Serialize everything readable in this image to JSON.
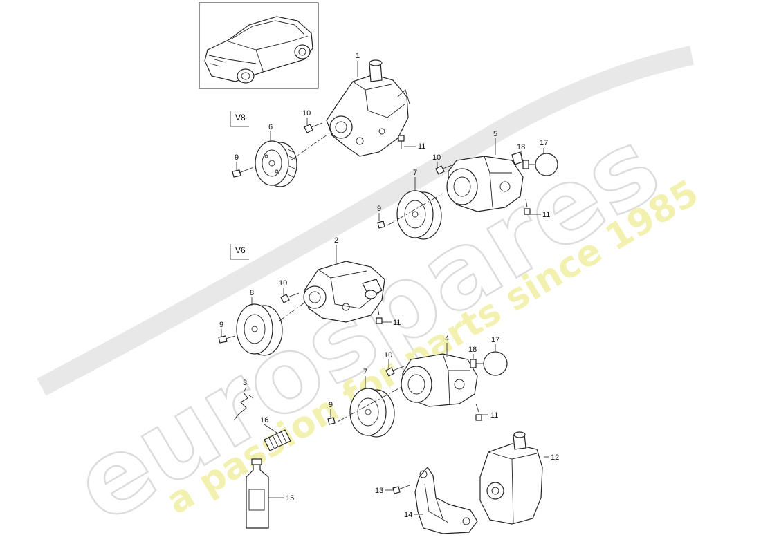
{
  "watermark": {
    "brand": "eurospares",
    "tagline": "a passion for parts since 1985",
    "brand_color": "#d9d9d9",
    "tagline_color": "#f2f0a8"
  },
  "sections": {
    "v8": "V8",
    "v6": "V6"
  },
  "callouts": {
    "c1": "1",
    "c2": "2",
    "c3": "3",
    "c4": "4",
    "c5": "5",
    "c6": "6",
    "c7a": "7",
    "c7b": "7",
    "c8": "8",
    "c9a": "9",
    "c9b": "9",
    "c9c": "9",
    "c9d": "9",
    "c10a": "10",
    "c10b": "10",
    "c10c": "10",
    "c10d": "10",
    "c11a": "11",
    "c11b": "11",
    "c11c": "11",
    "c11d": "11",
    "c12": "12",
    "c13": "13",
    "c14": "14",
    "c15": "15",
    "c16": "16",
    "c17a": "17",
    "c17b": "17",
    "c18a": "18",
    "c18b": "18"
  },
  "icons": {
    "vehicle": "suv-thumbnail-icon",
    "pump": "power-steering-pump-icon",
    "pulley": "pulley-icon",
    "bolt": "bolt-icon",
    "reservoir": "reservoir-icon",
    "hose": "hose-icon",
    "oil_bottle": "oil-bottle-icon",
    "bracket": "bracket-icon"
  }
}
